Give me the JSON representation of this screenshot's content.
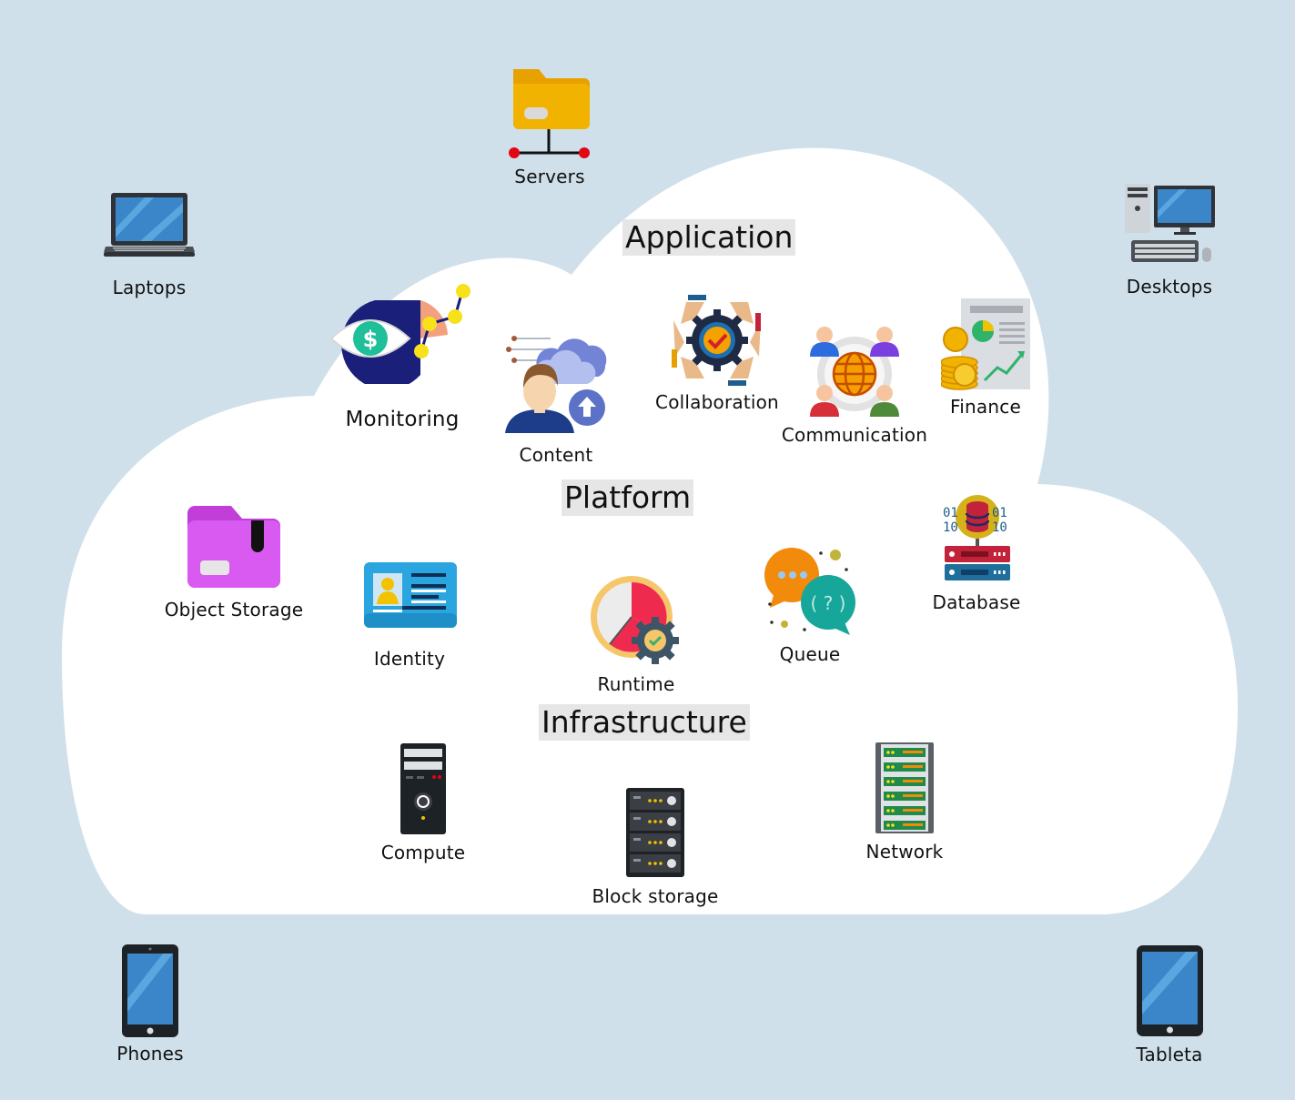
{
  "sections": {
    "application": "Application",
    "platform": "Platform",
    "infrastructure": "Infrastructure"
  },
  "devices": {
    "servers": "Servers",
    "laptops": "Laptops",
    "desktops": "Desktops",
    "phones": "Phones",
    "tablets": "Tableta"
  },
  "application": {
    "monitoring": "Monitoring",
    "content": "Content",
    "collaboration": "Collaboration",
    "communication": "Communication",
    "finance": "Finance"
  },
  "platform": {
    "object_storage": "Object Storage",
    "identity": "Identity",
    "runtime": "Runtime",
    "queue": "Queue",
    "database": "Database"
  },
  "infrastructure": {
    "compute": "Compute",
    "block_storage": "Block storage",
    "network": "Network"
  },
  "colors": {
    "background": "#cfe0ea",
    "cloud": "#ffffff",
    "section_bg": "#e6e6e6"
  },
  "icons": {
    "servers": "folder-network-icon",
    "laptops": "laptop-icon",
    "desktops": "desktop-computer-icon",
    "phones": "smartphone-icon",
    "tablets": "tablet-icon",
    "monitoring": "eye-dollar-chart-icon",
    "content": "person-cloud-upload-icon",
    "collaboration": "hands-gear-check-icon",
    "communication": "people-globe-icon",
    "finance": "coins-report-icon",
    "object_storage": "folder-icon",
    "identity": "id-card-icon",
    "runtime": "timer-gear-icon",
    "queue": "chat-bubbles-icon",
    "database": "database-server-icon",
    "compute": "computer-tower-icon",
    "block_storage": "server-rack-icon",
    "network": "network-rack-icon"
  }
}
